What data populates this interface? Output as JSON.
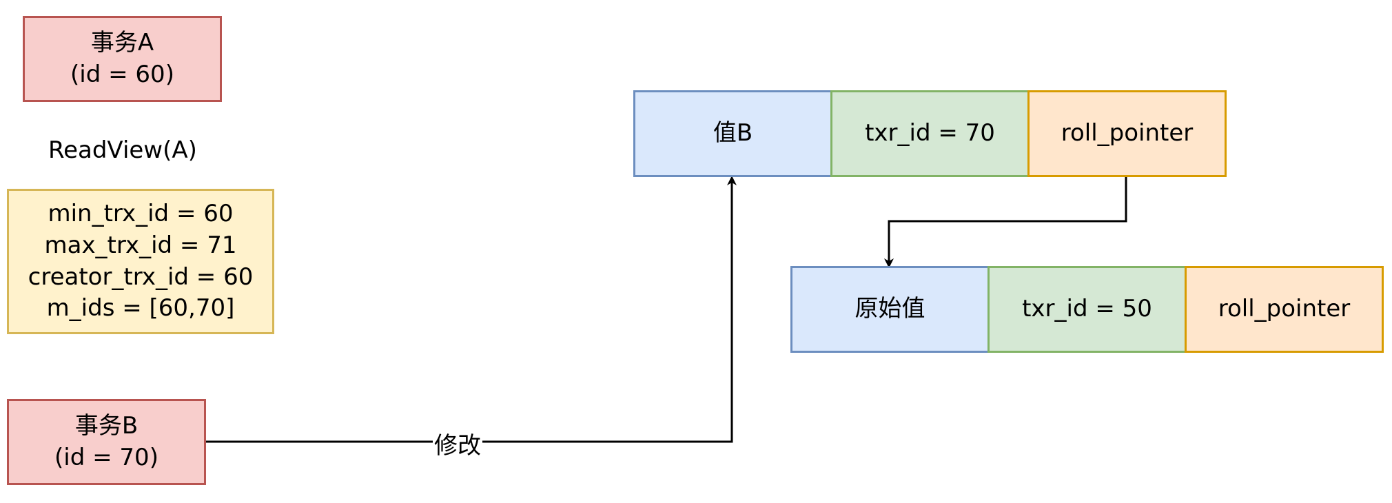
{
  "transaction_a": {
    "title": "事务A",
    "id_line": "(id = 60)"
  },
  "readview": {
    "label": "ReadView(A)",
    "lines": [
      "min_trx_id = 60",
      "max_trx_id = 71",
      "creator_trx_id = 60",
      "m_ids = [60,70]"
    ]
  },
  "transaction_b": {
    "title": "事务B",
    "id_line": "(id = 70)"
  },
  "edge_modify": {
    "label": "修改"
  },
  "record_new": {
    "value": "值B",
    "txr_id": "txr_id = 70",
    "roll_pointer": "roll_pointer"
  },
  "record_old": {
    "value": "原始值",
    "txr_id": "txr_id = 50",
    "roll_pointer": "roll_pointer"
  },
  "colors": {
    "transaction_fill": "#f8cecc",
    "transaction_stroke": "#b85450",
    "readview_fill": "#fff2cc",
    "readview_stroke": "#d6b656",
    "value_fill": "#dae8fc",
    "value_stroke": "#6c8ebf",
    "txr_fill": "#d5e8d4",
    "txr_stroke": "#82b366",
    "pointer_fill": "#ffe6cc",
    "pointer_stroke": "#d79b00"
  }
}
